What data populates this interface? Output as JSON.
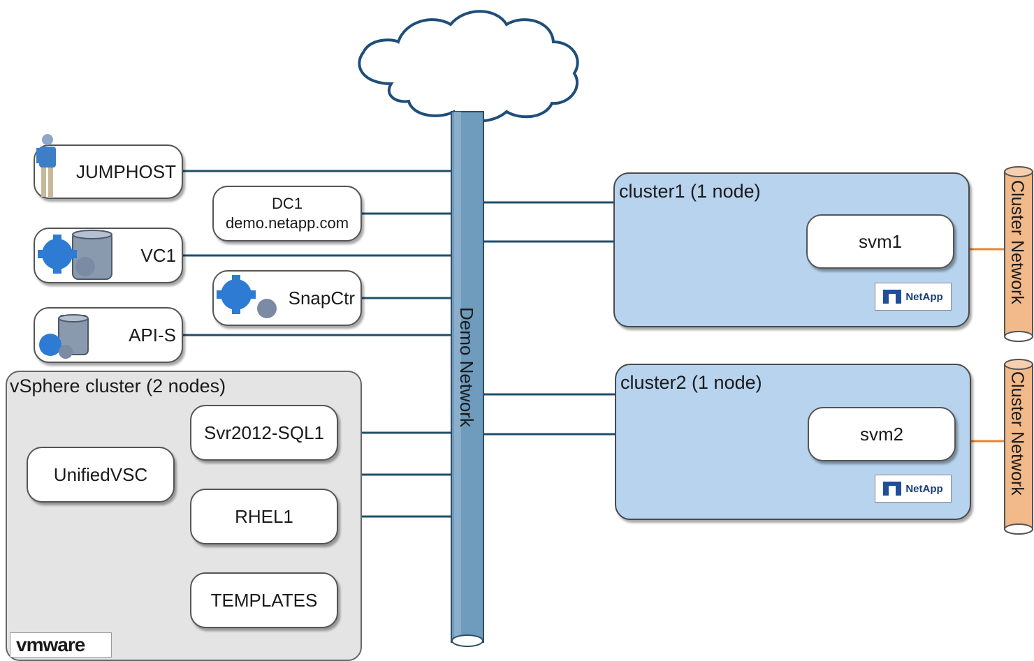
{
  "network": {
    "label": "Demo Network"
  },
  "hosts": {
    "jumphost": "JUMPHOST",
    "dc1_name": "DC1",
    "dc1_domain": "demo.netapp.com",
    "vc1": "VC1",
    "snapctr": "SnapCtr",
    "api_s": "API-S"
  },
  "vsphere": {
    "title": "vSphere cluster (2 nodes)",
    "vms": {
      "sql": "Svr2012-SQL1",
      "vsc": "UnifiedVSC",
      "rhel": "RHEL1",
      "templates": "TEMPLATES"
    },
    "logo": "vmware"
  },
  "clusters": [
    {
      "title": "cluster1 (1 node)",
      "svm": "svm1",
      "logo": "NetApp",
      "interconnect": "Cluster Network"
    },
    {
      "title": "cluster2 (1 node)",
      "svm": "svm2",
      "logo": "NetApp",
      "interconnect": "Cluster Network"
    }
  ],
  "colors": {
    "pipe": "#6f9bbd",
    "wire": "#1f4e6b",
    "cluster_fill": "#b7d3ee",
    "cluster_network": "#f2b98a",
    "cluster_link": "#e8832e"
  }
}
